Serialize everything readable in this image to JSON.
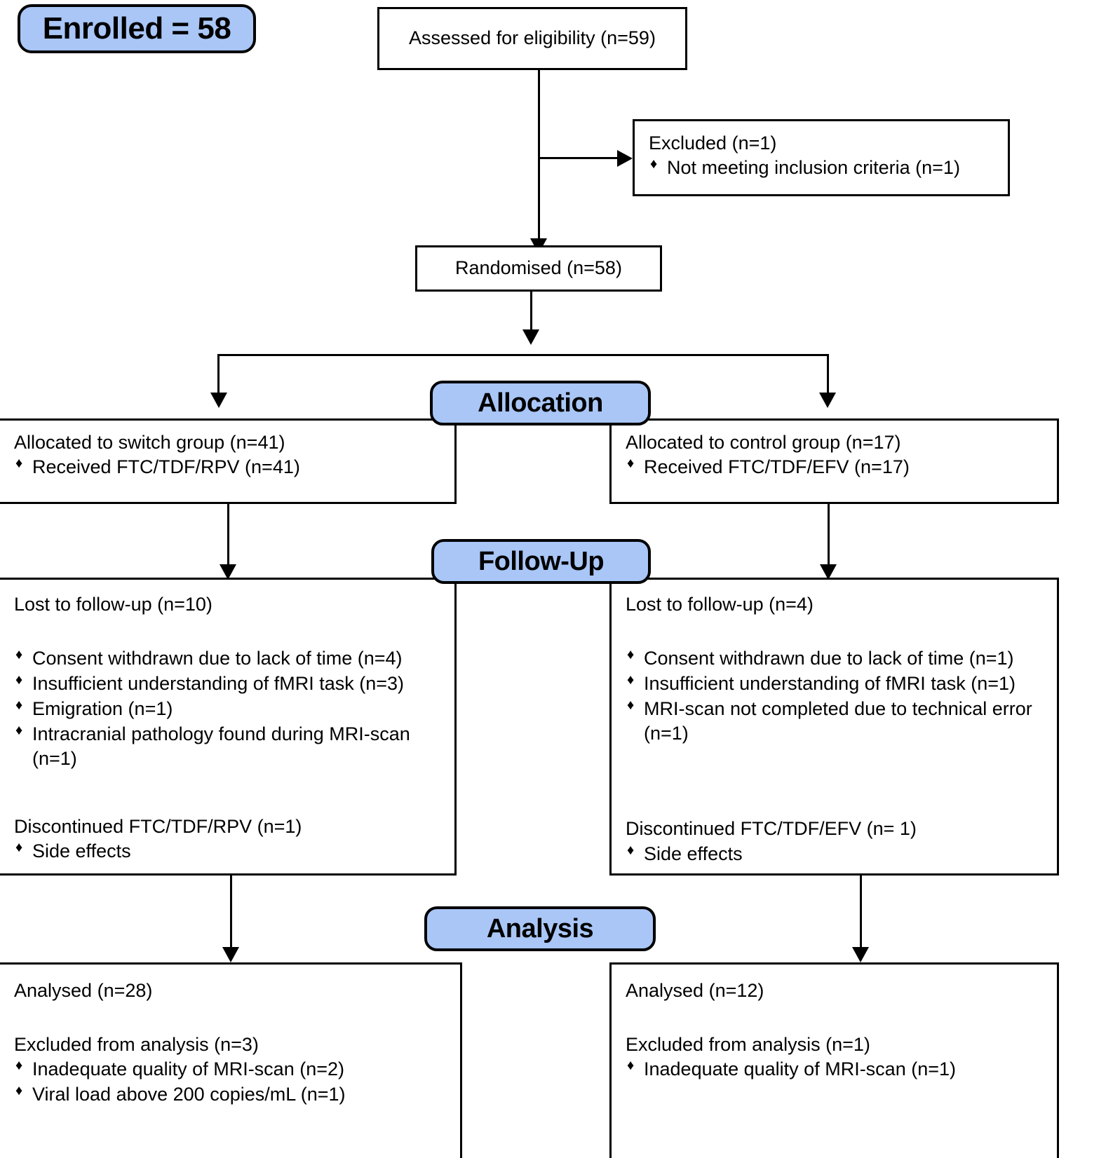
{
  "diagram": {
    "title": "CONSORT participant flow diagram",
    "accent_blue": "#a9c6f7",
    "line_color": "#000000",
    "bullet_glyph": "♦"
  },
  "enrolled_badge": {
    "label": "Enrolled = 58"
  },
  "stage_labels": {
    "allocation": "Allocation",
    "follow_up": "Follow-Up",
    "analysis": "Analysis"
  },
  "enrollment": {
    "assessed": "Assessed for eligibility (n=59)",
    "excluded_header": "Excluded (n=1)",
    "excluded_items": [
      "Not meeting inclusion criteria (n=1)"
    ],
    "randomised": "Randomised (n=58)"
  },
  "allocation": {
    "left": {
      "header": "Allocated to switch group (n=41)",
      "items": [
        "Received FTC/TDF/RPV (n=41)"
      ]
    },
    "right": {
      "header": "Allocated to control group (n=17)",
      "items": [
        "Received FTC/TDF/EFV (n=17)"
      ]
    }
  },
  "follow_up": {
    "left": {
      "header": "Lost to follow-up (n=10)",
      "items": [
        "Consent withdrawn due to lack of time (n=4)",
        "Insufficient understanding of fMRI task (n=3)",
        "Emigration (n=1)",
        "Intracranial pathology found during MRI-scan (n=1)"
      ],
      "discontinued_header": "Discontinued FTC/TDF/RPV (n=1)",
      "discontinued_items": [
        "Side effects"
      ]
    },
    "right": {
      "header": "Lost to follow-up (n=4)",
      "items": [
        "Consent withdrawn due to lack of time (n=1)",
        "Insufficient understanding of fMRI task (n=1)",
        "MRI-scan not completed due to technical error (n=1)"
      ],
      "discontinued_header": "Discontinued FTC/TDF/EFV (n= 1)",
      "discontinued_items": [
        "Side effects"
      ]
    }
  },
  "analysis": {
    "left": {
      "header": "Analysed (n=28)",
      "excluded_header": "Excluded from analysis (n=3)",
      "excluded_items": [
        "Inadequate quality of MRI-scan (n=2)",
        "Viral load above 200 copies/mL (n=1)"
      ]
    },
    "right": {
      "header": "Analysed (n=12)",
      "excluded_header": "Excluded from analysis (n=1)",
      "excluded_items": [
        "Inadequate quality of MRI-scan (n=1)"
      ]
    }
  },
  "chart_data": {
    "type": "flowchart",
    "title": "CONSORT flow diagram",
    "nodes": [
      {
        "id": "assessed",
        "label": "Assessed for eligibility (n=59)",
        "n": 59,
        "stage": "enrollment"
      },
      {
        "id": "excluded",
        "label": "Excluded (n=1)",
        "n": 1,
        "stage": "enrollment",
        "reasons": [
          {
            "label": "Not meeting inclusion criteria",
            "n": 1
          }
        ]
      },
      {
        "id": "randomised",
        "label": "Randomised (n=58)",
        "n": 58,
        "stage": "enrollment"
      },
      {
        "id": "alloc_switch",
        "label": "Allocated to switch group (n=41)",
        "n": 41,
        "stage": "allocation",
        "detail": [
          {
            "label": "Received FTC/TDF/RPV",
            "n": 41
          }
        ]
      },
      {
        "id": "alloc_control",
        "label": "Allocated to control group (n=17)",
        "n": 17,
        "stage": "allocation",
        "detail": [
          {
            "label": "Received FTC/TDF/EFV",
            "n": 17
          }
        ]
      },
      {
        "id": "fu_switch",
        "label": "Lost to follow-up (n=10)",
        "n": 10,
        "stage": "follow-up",
        "reasons": [
          {
            "label": "Consent withdrawn due to lack of time",
            "n": 4
          },
          {
            "label": "Insufficient understanding of fMRI task",
            "n": 3
          },
          {
            "label": "Emigration",
            "n": 1
          },
          {
            "label": "Intracranial pathology found during MRI-scan",
            "n": 1
          }
        ],
        "discontinued": {
          "label": "Discontinued FTC/TDF/RPV",
          "n": 1,
          "reasons": [
            "Side effects"
          ]
        }
      },
      {
        "id": "fu_control",
        "label": "Lost to follow-up (n=4)",
        "n": 4,
        "stage": "follow-up",
        "reasons": [
          {
            "label": "Consent withdrawn due to lack of time",
            "n": 1
          },
          {
            "label": "Insufficient understanding of fMRI task",
            "n": 1
          },
          {
            "label": "MRI-scan not completed due to technical error",
            "n": 1
          }
        ],
        "discontinued": {
          "label": "Discontinued FTC/TDF/EFV",
          "n": 1,
          "reasons": [
            "Side effects"
          ]
        }
      },
      {
        "id": "an_switch",
        "label": "Analysed (n=28)",
        "n": 28,
        "stage": "analysis",
        "excluded": {
          "n": 3,
          "reasons": [
            {
              "label": "Inadequate quality of MRI-scan",
              "n": 2
            },
            {
              "label": "Viral load above 200 copies/mL",
              "n": 1
            }
          ]
        }
      },
      {
        "id": "an_control",
        "label": "Analysed (n=12)",
        "n": 12,
        "stage": "analysis",
        "excluded": {
          "n": 1,
          "reasons": [
            {
              "label": "Inadequate quality of MRI-scan",
              "n": 1
            }
          ]
        }
      }
    ],
    "edges": [
      {
        "from": "assessed",
        "to": "excluded"
      },
      {
        "from": "assessed",
        "to": "randomised"
      },
      {
        "from": "randomised",
        "to": "alloc_switch"
      },
      {
        "from": "randomised",
        "to": "alloc_control"
      },
      {
        "from": "alloc_switch",
        "to": "fu_switch"
      },
      {
        "from": "alloc_control",
        "to": "fu_control"
      },
      {
        "from": "fu_switch",
        "to": "an_switch"
      },
      {
        "from": "fu_control",
        "to": "an_control"
      }
    ],
    "stages": [
      "Allocation",
      "Follow-Up",
      "Analysis"
    ],
    "enrolled_total": 58
  }
}
